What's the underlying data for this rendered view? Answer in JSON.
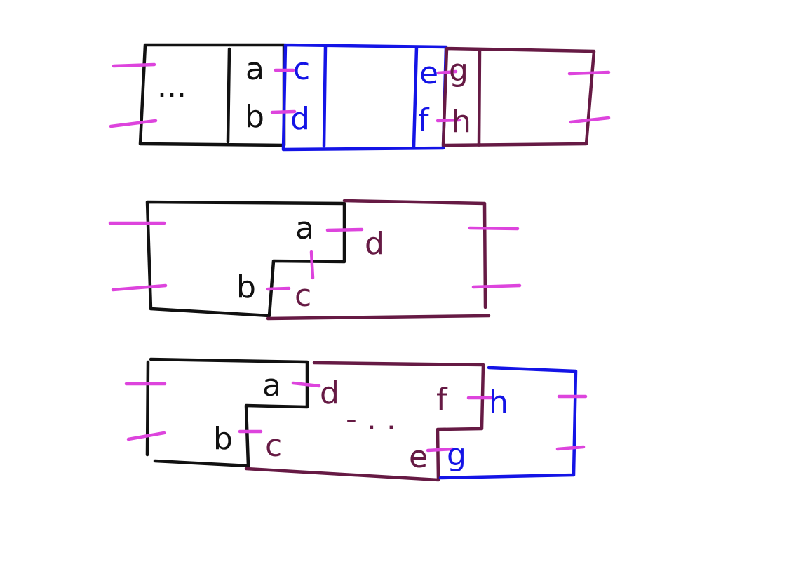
{
  "colors": {
    "black": "#111111",
    "blue": "#1414e6",
    "purple": "#661a44",
    "magenta": "#dd44dd"
  },
  "diagram_1": {
    "dots": "...",
    "labels": {
      "a": "a",
      "b": "b",
      "c": "c",
      "d": "d",
      "e": "e",
      "f": "f",
      "g": "g",
      "h": "h"
    }
  },
  "diagram_2": {
    "labels": {
      "a": "a",
      "b": "b",
      "c": "c",
      "d": "d"
    }
  },
  "diagram_3": {
    "dots": "- . .",
    "labels": {
      "a": "a",
      "b": "b",
      "c": "c",
      "d": "d",
      "e": "e",
      "f": "f",
      "g": "g",
      "h": "h"
    }
  }
}
